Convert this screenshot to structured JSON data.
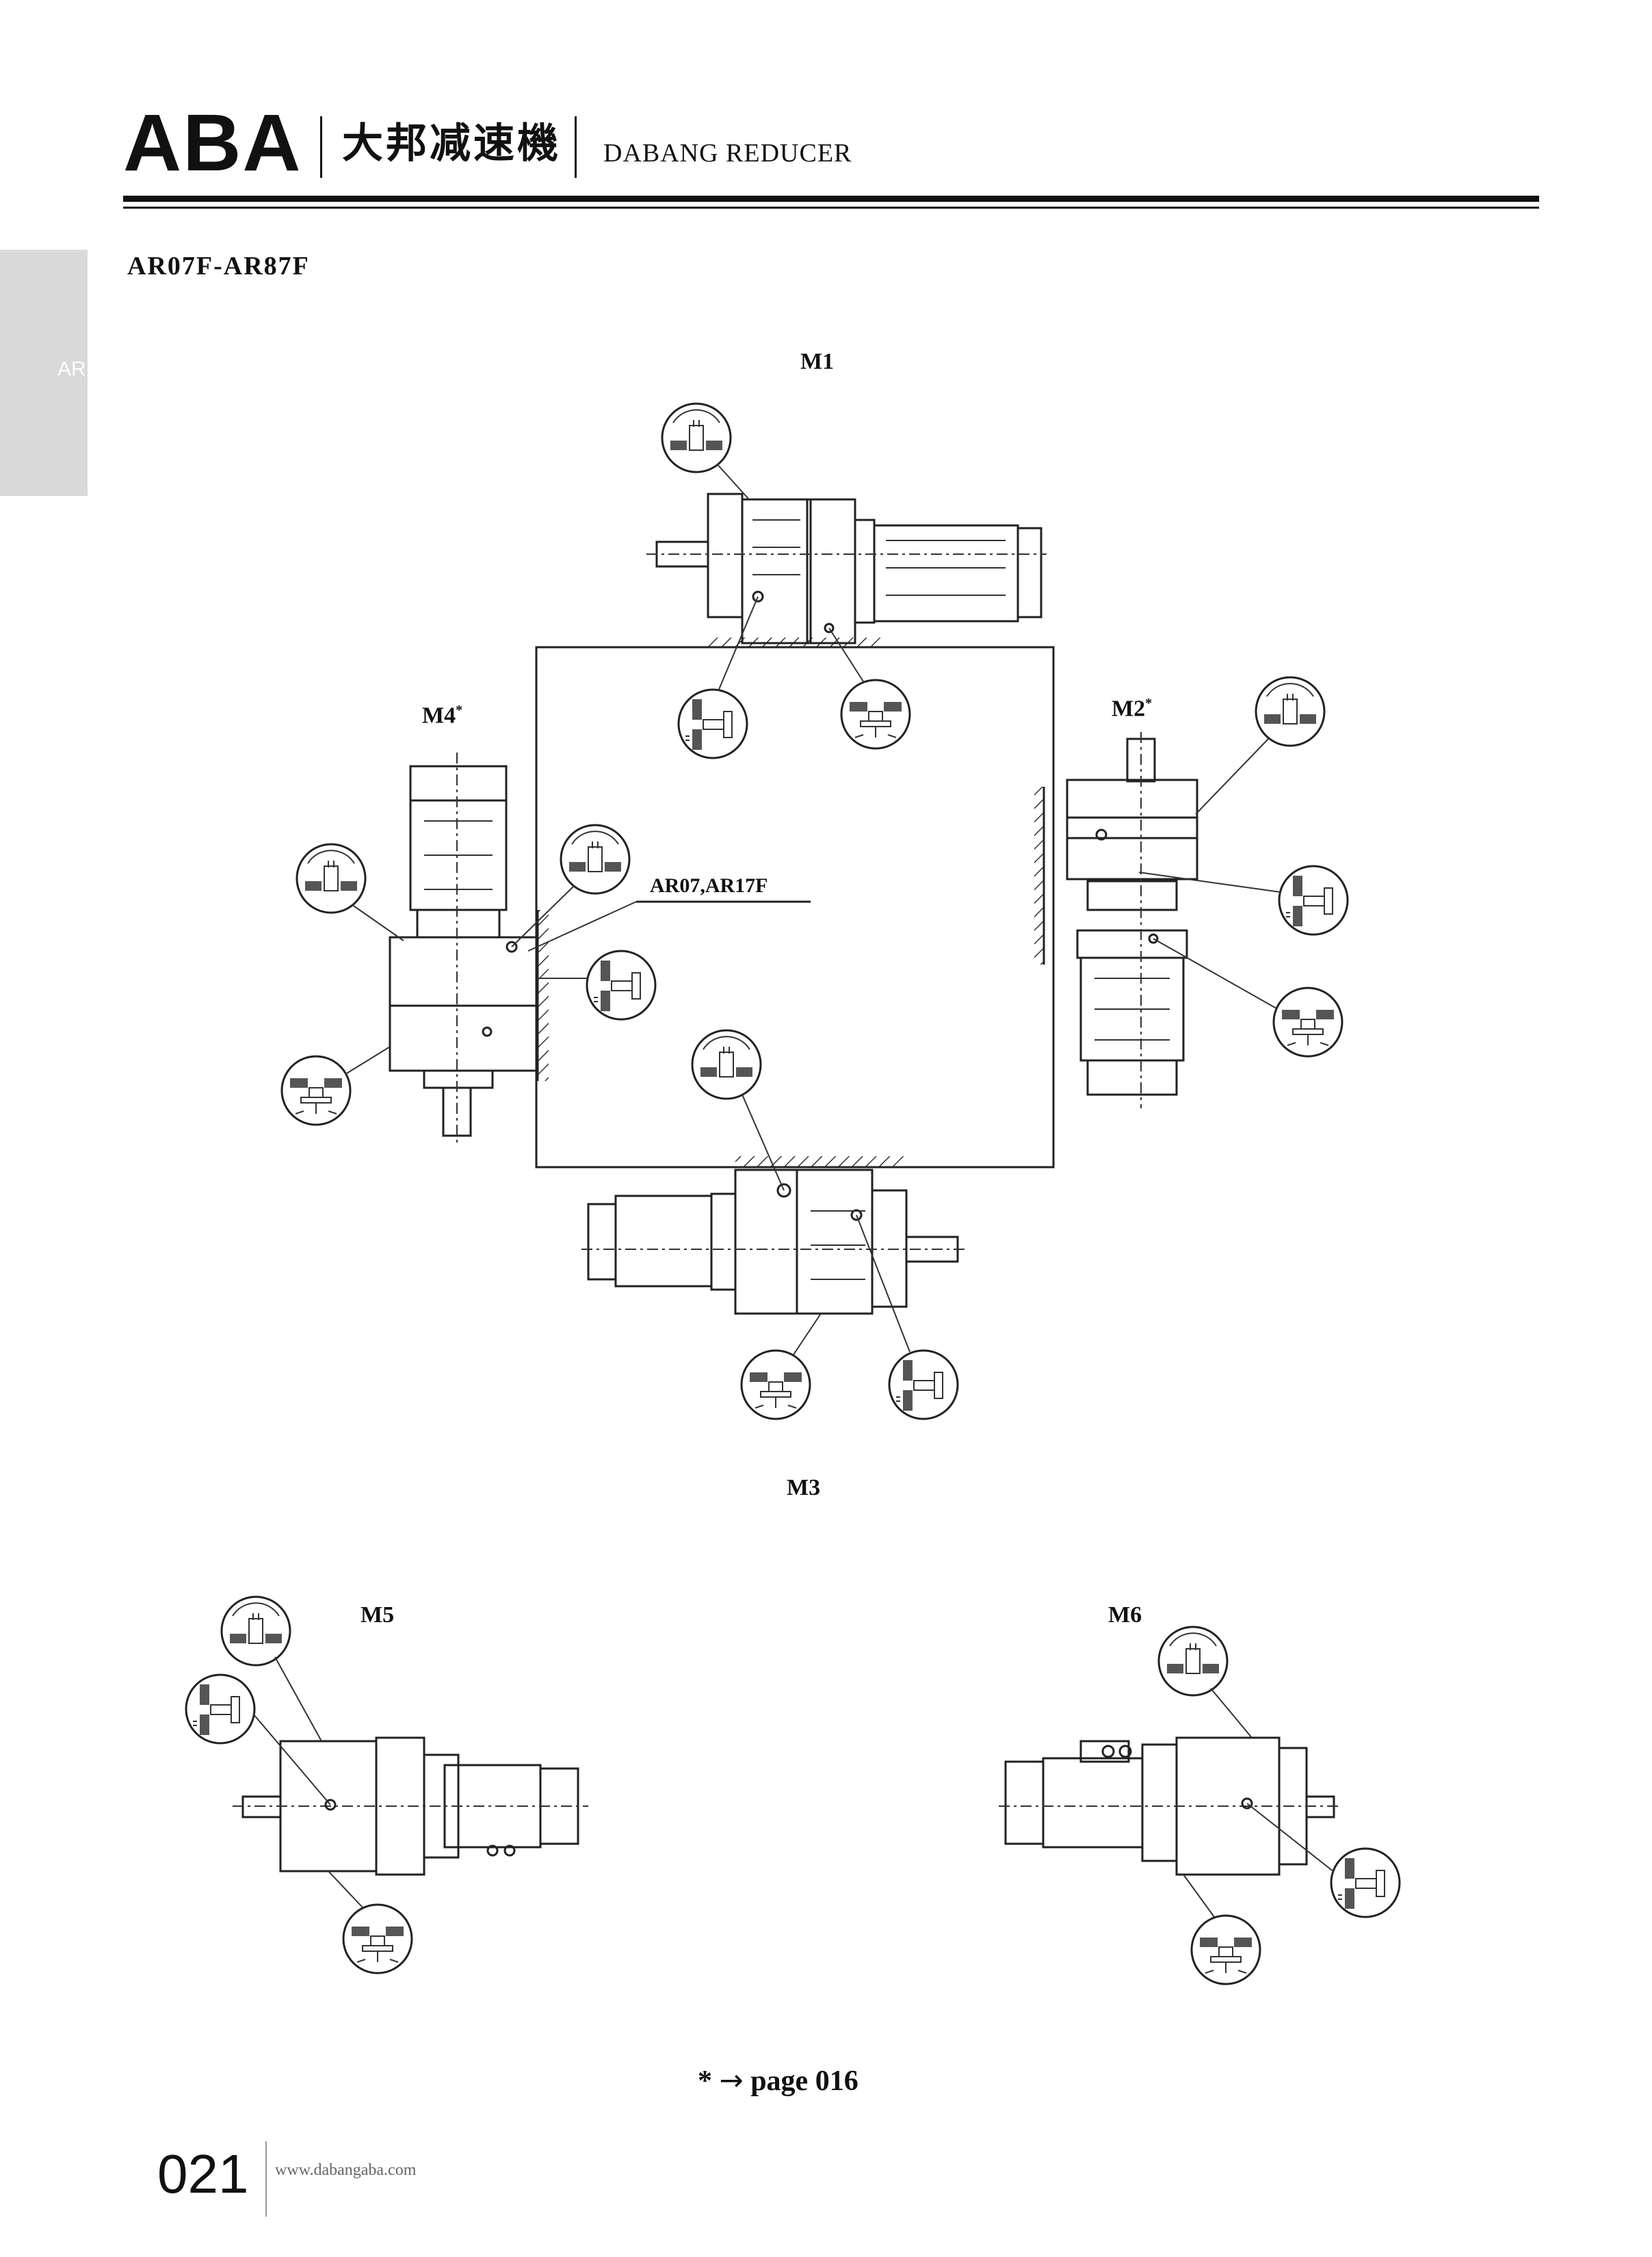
{
  "header": {
    "logo": "ABA",
    "chinese_title": "大邦减速機",
    "english_title": "DABANG REDUCER"
  },
  "side_tab": {
    "label": "AR"
  },
  "series_title": "AR07F-AR87F",
  "diagram": {
    "positions": {
      "m1": "M1",
      "m2": "M2",
      "m2_mark": "*",
      "m3": "M3",
      "m4": "M4",
      "m4_mark": "*",
      "m5": "M5",
      "m6": "M6"
    },
    "callout": "AR07,AR17F",
    "icons": [
      "vent-plug-icon",
      "oil-level-plug-icon",
      "drain-plug-icon"
    ]
  },
  "footnote": {
    "star": "*",
    "arrow": "→",
    "page_word": "page",
    "page_ref": "016"
  },
  "footer": {
    "page_number": "021",
    "website": "www.dabangaba.com"
  },
  "colors": {
    "ink": "#111111",
    "side_tab": "#d9d9d9",
    "website": "#666666"
  }
}
